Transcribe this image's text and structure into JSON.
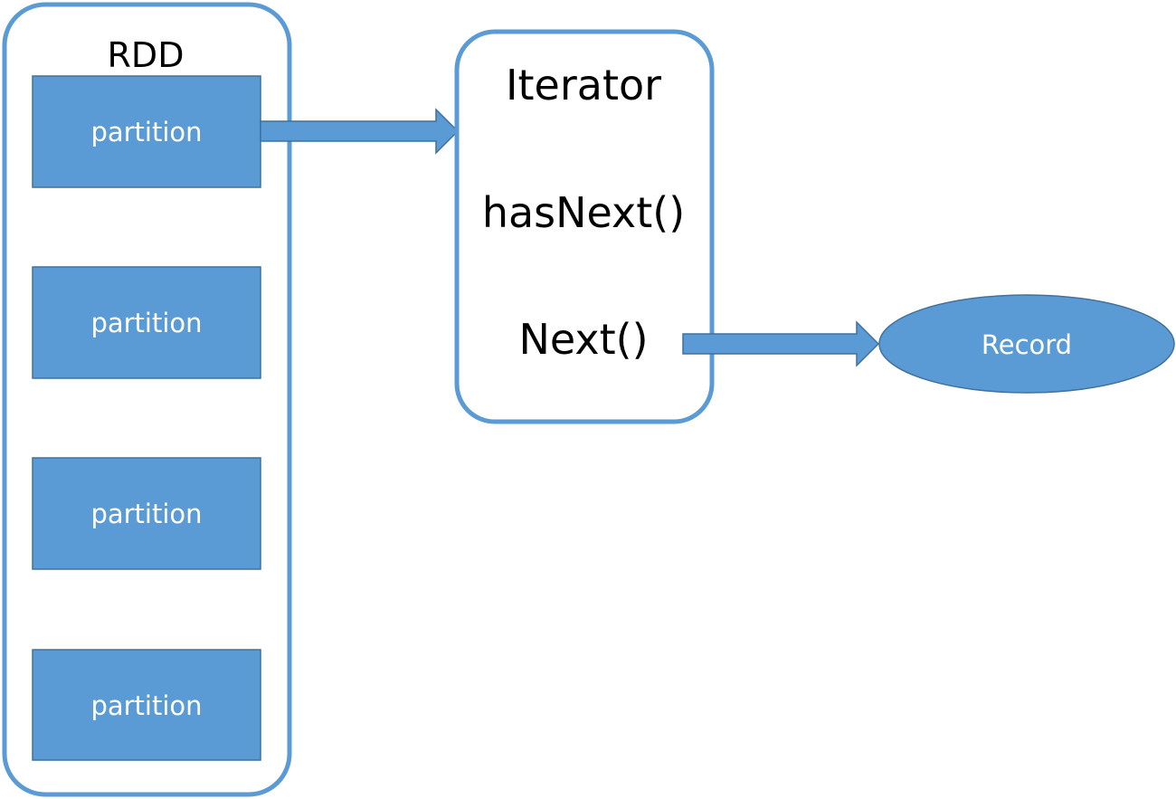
{
  "colors": {
    "accent": "#5b9bd5",
    "accent_stroke": "#41719c",
    "text_dark": "#000000",
    "text_light": "#ffffff"
  },
  "rdd": {
    "title": "RDD",
    "partitions": [
      {
        "label": "partition"
      },
      {
        "label": "partition"
      },
      {
        "label": "partition"
      },
      {
        "label": "partition"
      }
    ]
  },
  "iterator": {
    "title": "Iterator",
    "has_next": "hasNext()",
    "next": "Next()"
  },
  "record": {
    "label": "Record"
  }
}
